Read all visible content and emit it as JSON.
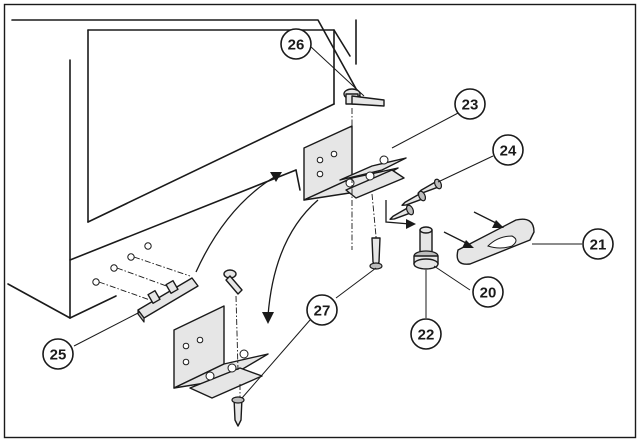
{
  "callouts": [
    {
      "id": "c20",
      "label": "20"
    },
    {
      "id": "c21",
      "label": "21"
    },
    {
      "id": "c22",
      "label": "22"
    },
    {
      "id": "c23",
      "label": "23"
    },
    {
      "id": "c24",
      "label": "24"
    },
    {
      "id": "c25",
      "label": "25"
    },
    {
      "id": "c26",
      "label": "26"
    },
    {
      "id": "c27",
      "label": "27"
    }
  ],
  "colors": {
    "ink": "#1a1a1a",
    "part_fill": "#e6e6e6",
    "background": "#ffffff"
  }
}
